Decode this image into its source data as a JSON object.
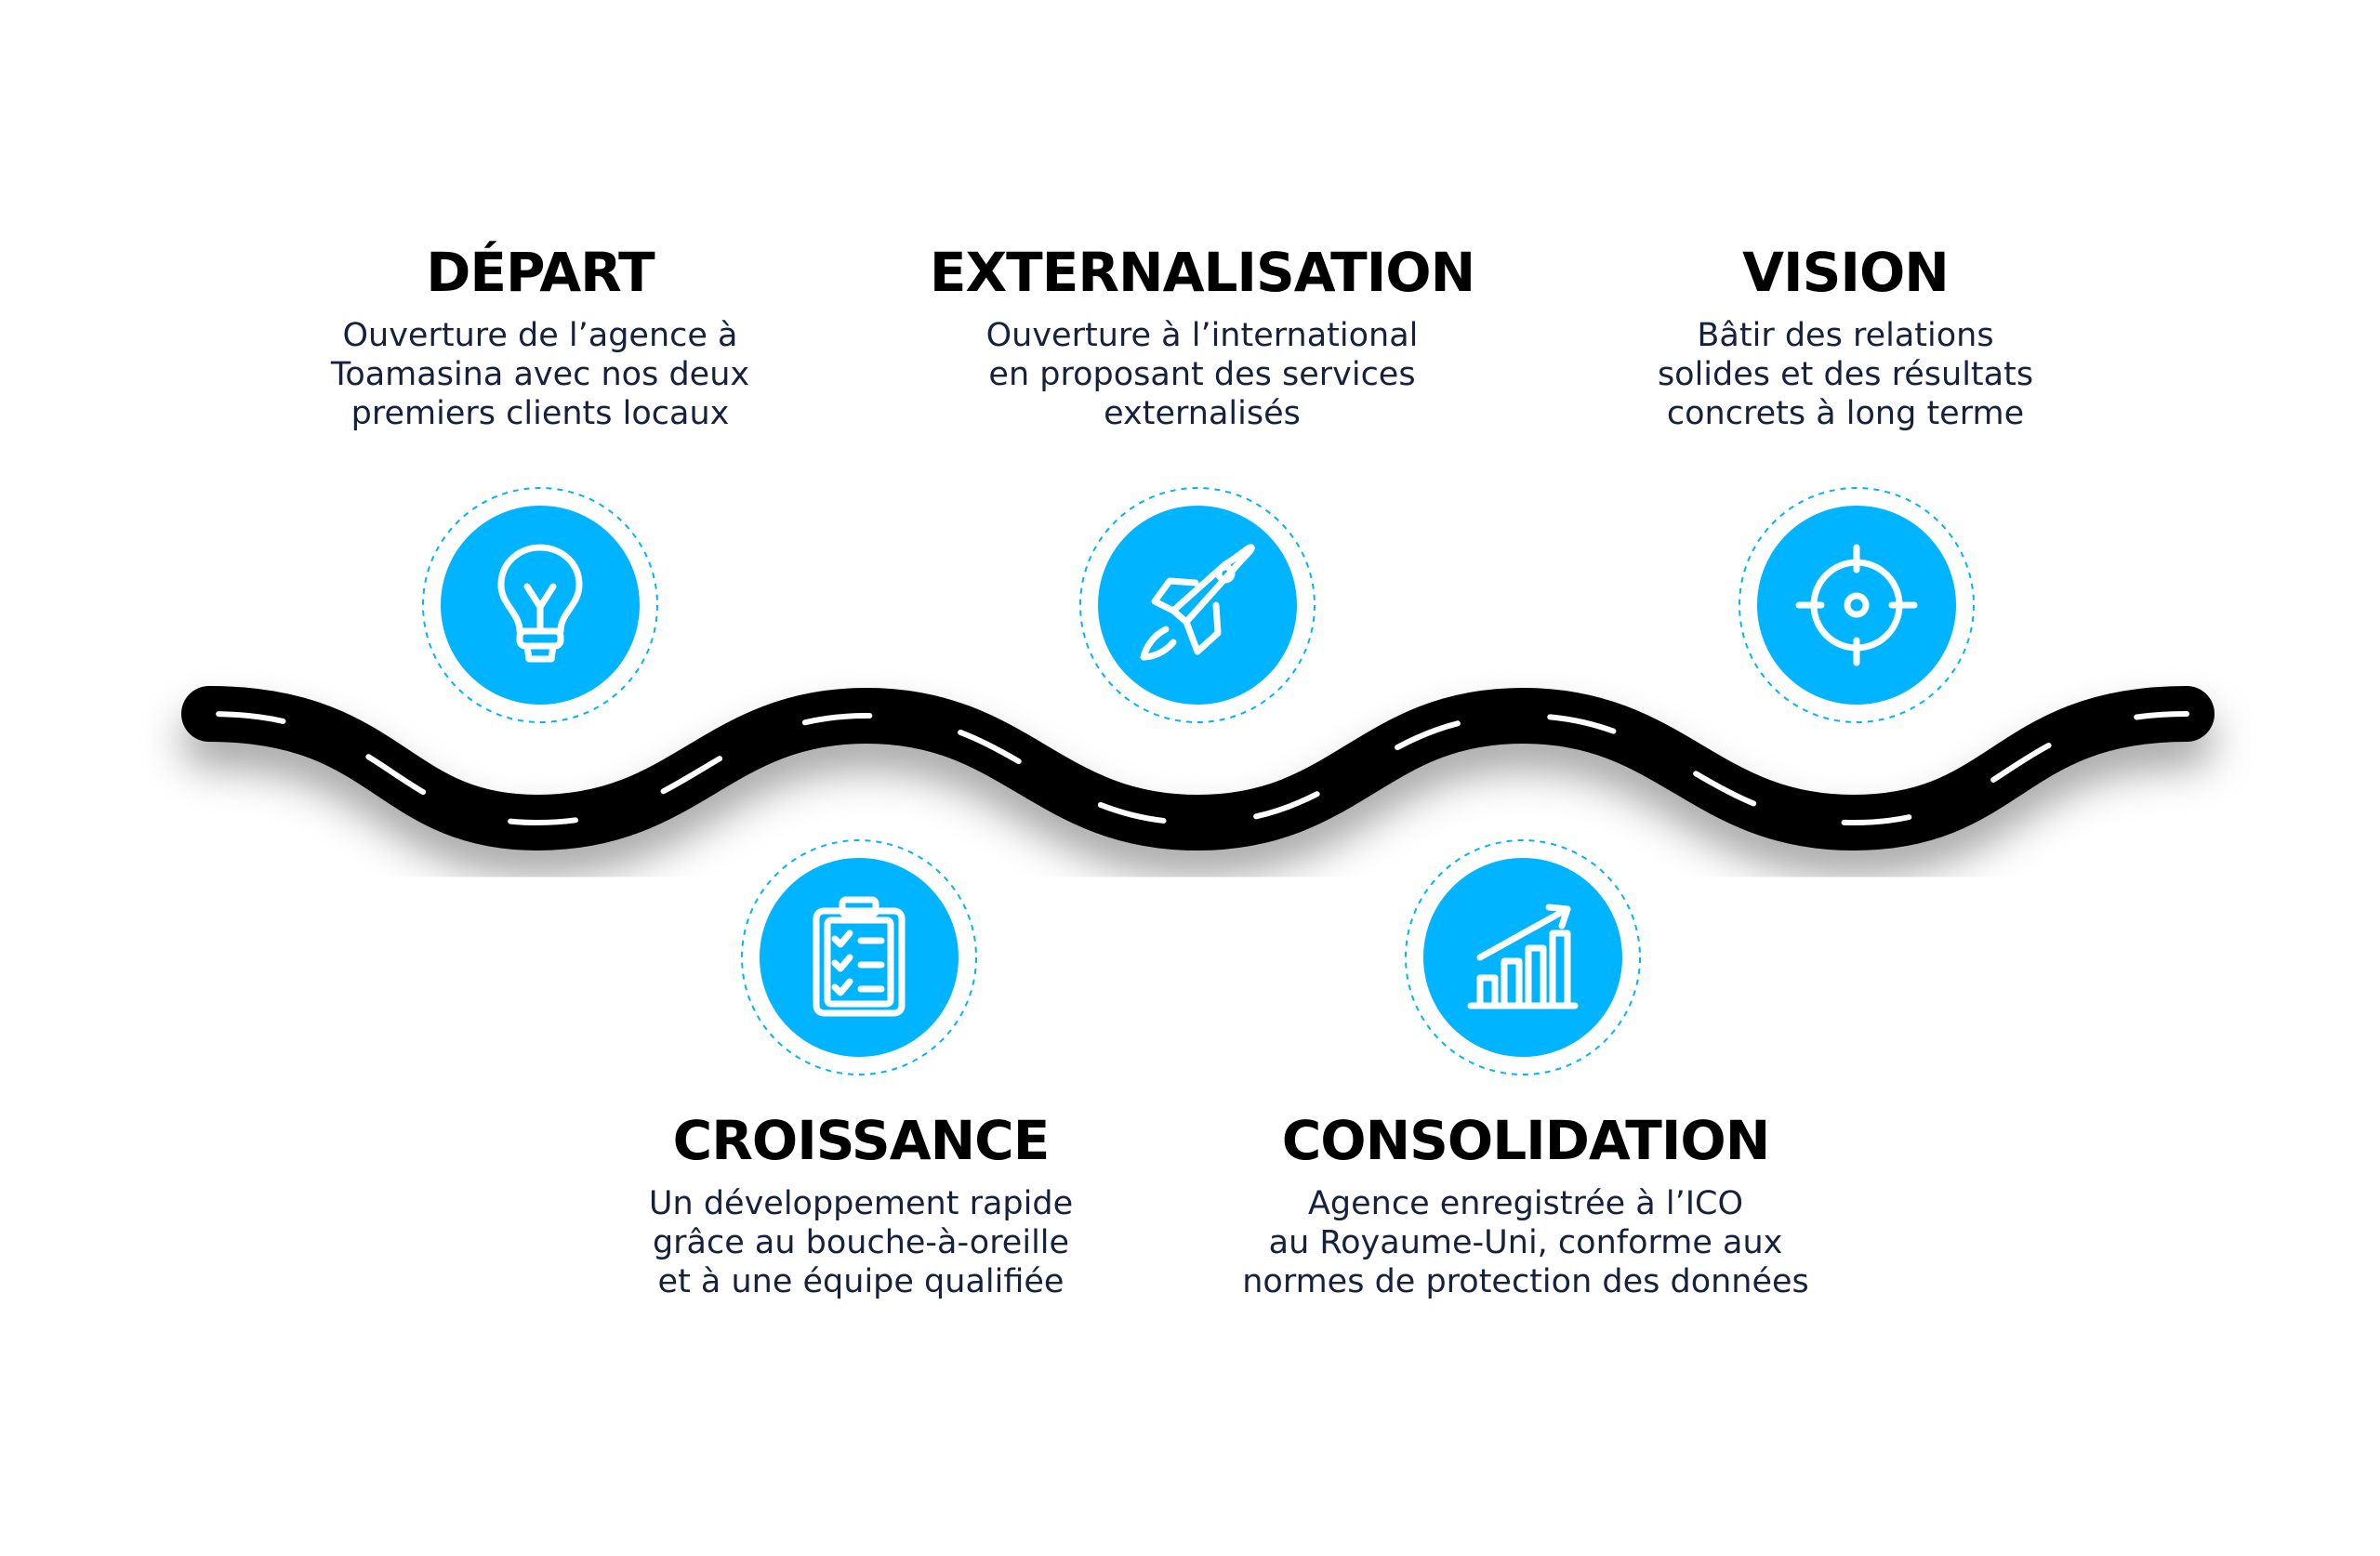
{
  "accent_color": "#00b4ff",
  "steps": [
    {
      "title": "DÉPART",
      "lines": [
        "Ouverture de l’agence à",
        "Toamasina avec nos deux",
        "premiers clients locaux"
      ],
      "icon": "lightbulb-icon"
    },
    {
      "title": "CROISSANCE",
      "lines": [
        "Un développement rapide",
        "grâce au bouche-à-oreille",
        "et à une équipe qualifiée"
      ],
      "icon": "clipboard-checklist-icon"
    },
    {
      "title": "EXTERNALISATION",
      "lines": [
        "Ouverture à l’international",
        "en proposant des services",
        "externalisés"
      ],
      "icon": "rocket-icon"
    },
    {
      "title": "CONSOLIDATION",
      "lines": [
        "Agence enregistrée à l’ICO",
        "au Royaume-Uni, conforme aux",
        "normes de protection des données"
      ],
      "icon": "growth-chart-icon"
    },
    {
      "title": "VISION",
      "lines": [
        "Bâtir des relations",
        "solides et des résultats",
        "concrets à long terme"
      ],
      "icon": "target-icon"
    }
  ]
}
